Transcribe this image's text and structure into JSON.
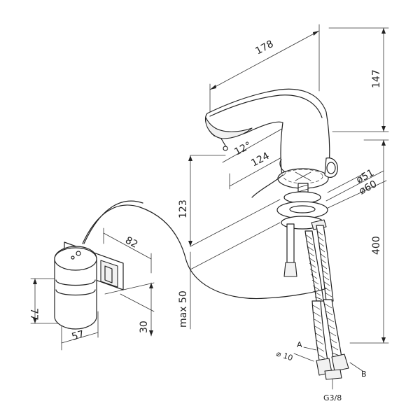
{
  "dimensions": {
    "spout_reach": "178",
    "height_top": "147",
    "spout_angle": "12°",
    "spout_offset": "124",
    "base_d51": "ø51",
    "base_d60": "ø60",
    "spout_height": "123",
    "box_depth": "82",
    "hose_length": "400",
    "box_height": "77",
    "max_thickness": "max 50",
    "box_width": "57",
    "box_offset": "30",
    "hose_diameter": "⌀ 10",
    "label_a": "A",
    "label_b": "B",
    "thread": "G3/8"
  }
}
